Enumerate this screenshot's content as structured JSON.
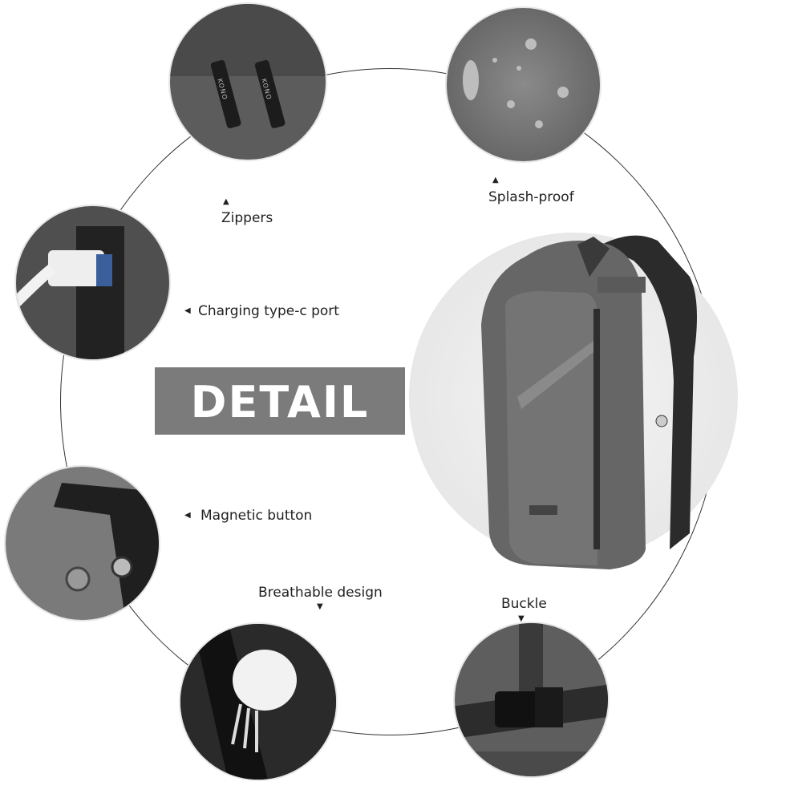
{
  "banner": {
    "title": "DETAIL"
  },
  "features": [
    {
      "label": "Zippers",
      "arrow": "▲"
    },
    {
      "label": "Splash-proof",
      "arrow": "▲"
    },
    {
      "label": "Charging type-c port",
      "arrow": "◀"
    },
    {
      "label": "Magnetic button",
      "arrow": "◀"
    },
    {
      "label": "Breathable design",
      "arrow": "▼"
    },
    {
      "label": "Buckle",
      "arrow": "▼"
    }
  ],
  "zipper_brand": "KONO",
  "colors": {
    "product_gray": "#6b6b6b",
    "banner": "#7b7b7b",
    "background_circle": "#e9e9e9"
  }
}
